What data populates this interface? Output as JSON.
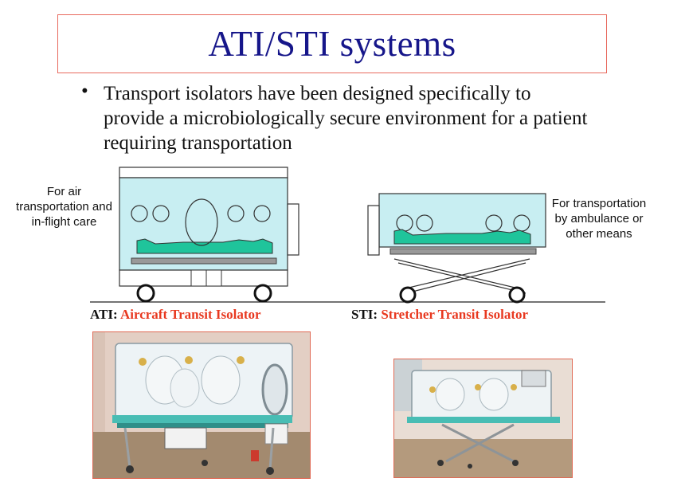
{
  "slide": {
    "title": "ATI/STI systems",
    "bullet": "Transport isolators have been designed specifically to provide a microbiologically secure environment for a patient requiring transportation"
  },
  "ati": {
    "side_label": "For air transportation and in-flight care",
    "code": "ATI:",
    "full_name": "Aircraft Transit Isolator"
  },
  "sti": {
    "side_label": "For transportation by ambulance or other means",
    "code": "STI:",
    "full_name": "Stretcher Transit Isolator"
  },
  "colors": {
    "title": "#16168a",
    "title_border": "#e86a5e",
    "capsule": "#c8eef2",
    "patient": "#1fc49b",
    "caption_highlight": "#e8381f"
  }
}
